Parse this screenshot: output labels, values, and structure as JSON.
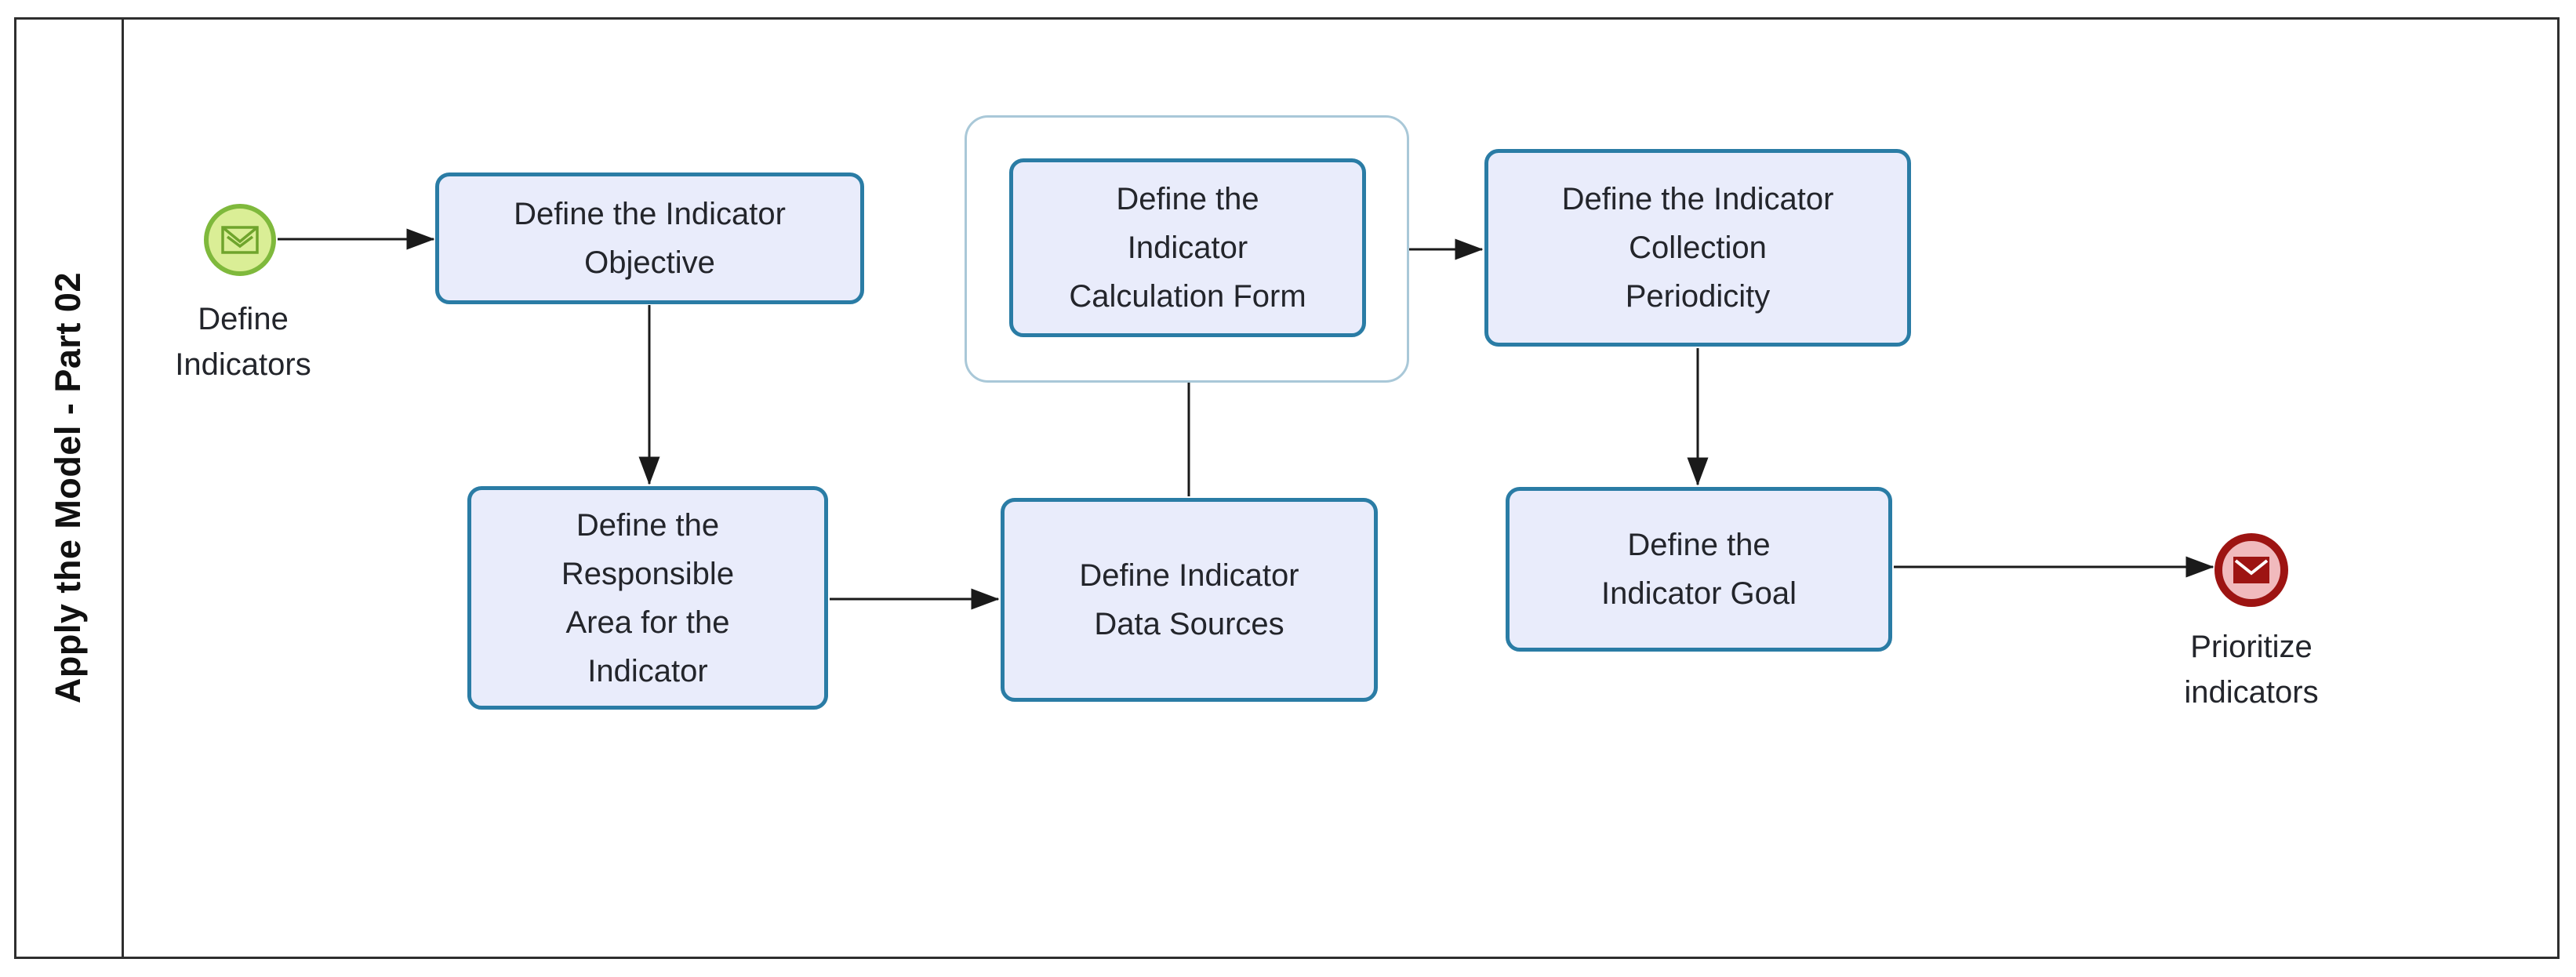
{
  "lane": {
    "title": "Apply the Model - Part 02"
  },
  "events": {
    "start": {
      "label": "Define\nIndicators",
      "icon": "message-envelope"
    },
    "end": {
      "label": "Prioritize\nindicators",
      "icon": "message-envelope"
    }
  },
  "tasks": {
    "objective": {
      "label": "Define the Indicator\nObjective"
    },
    "responsible_area": {
      "label": "Define the\nResponsible\nArea for the\nIndicator"
    },
    "data_sources": {
      "label": "Define Indicator\nData Sources"
    },
    "calculation_form": {
      "label": "Define the\nIndicator\nCalculation Form"
    },
    "collection_periodicity": {
      "label": "Define the Indicator\nCollection\nPeriodicity"
    },
    "goal": {
      "label": "Define the\nIndicator Goal"
    }
  },
  "colors": {
    "task_border": "#2a7ca5",
    "task_fill": "#e9ecfb",
    "subprocess_border": "#a9c8d8",
    "start_border": "#7fb93c",
    "start_fill": "#daee96",
    "start_icon": "#6fa42c",
    "end_border": "#9d1412",
    "end_fill": "#f1babd",
    "flow": "#1a1a1a",
    "pool_border": "#2e2e2e",
    "text": "#23252b"
  }
}
